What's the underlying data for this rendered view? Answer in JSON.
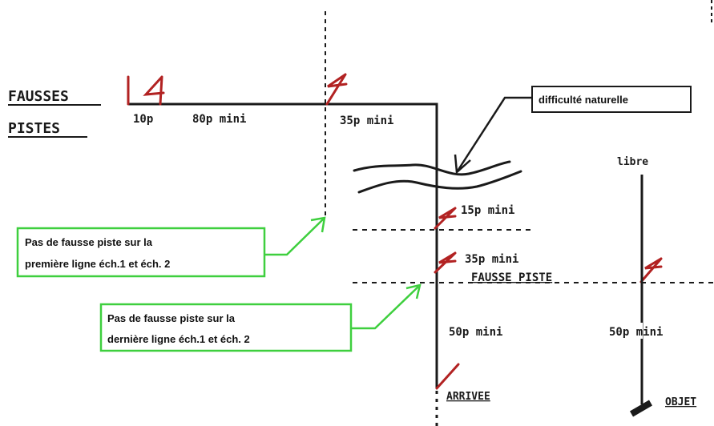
{
  "title": {
    "line1": "FAUSSES",
    "line2": "PISTES"
  },
  "labels": {
    "top_first": "10p",
    "top_second": "80p mini",
    "top_third": "35p mini",
    "vert_1": "15p mini",
    "vert_2": "35p mini",
    "vert_3": "50p mini",
    "arrival": "ARRIVEE",
    "fausse_piste": "FAUSSE PISTE",
    "free": "libre",
    "free_dist": "50p mini",
    "object": "OBJET"
  },
  "callouts": {
    "natural": "difficulté naturelle",
    "first_line_1": "Pas de fausse piste sur la",
    "first_line_2": "première ligne éch.1 et éch. 2",
    "last_line_1": "Pas de fausse piste sur la",
    "last_line_2": "dernière ligne éch.1 et éch. 2"
  },
  "colors": {
    "track": "#1a1a1a",
    "marker": "#b22222",
    "callout_green": "#3ecf3e",
    "text": "#1a1a1a"
  }
}
